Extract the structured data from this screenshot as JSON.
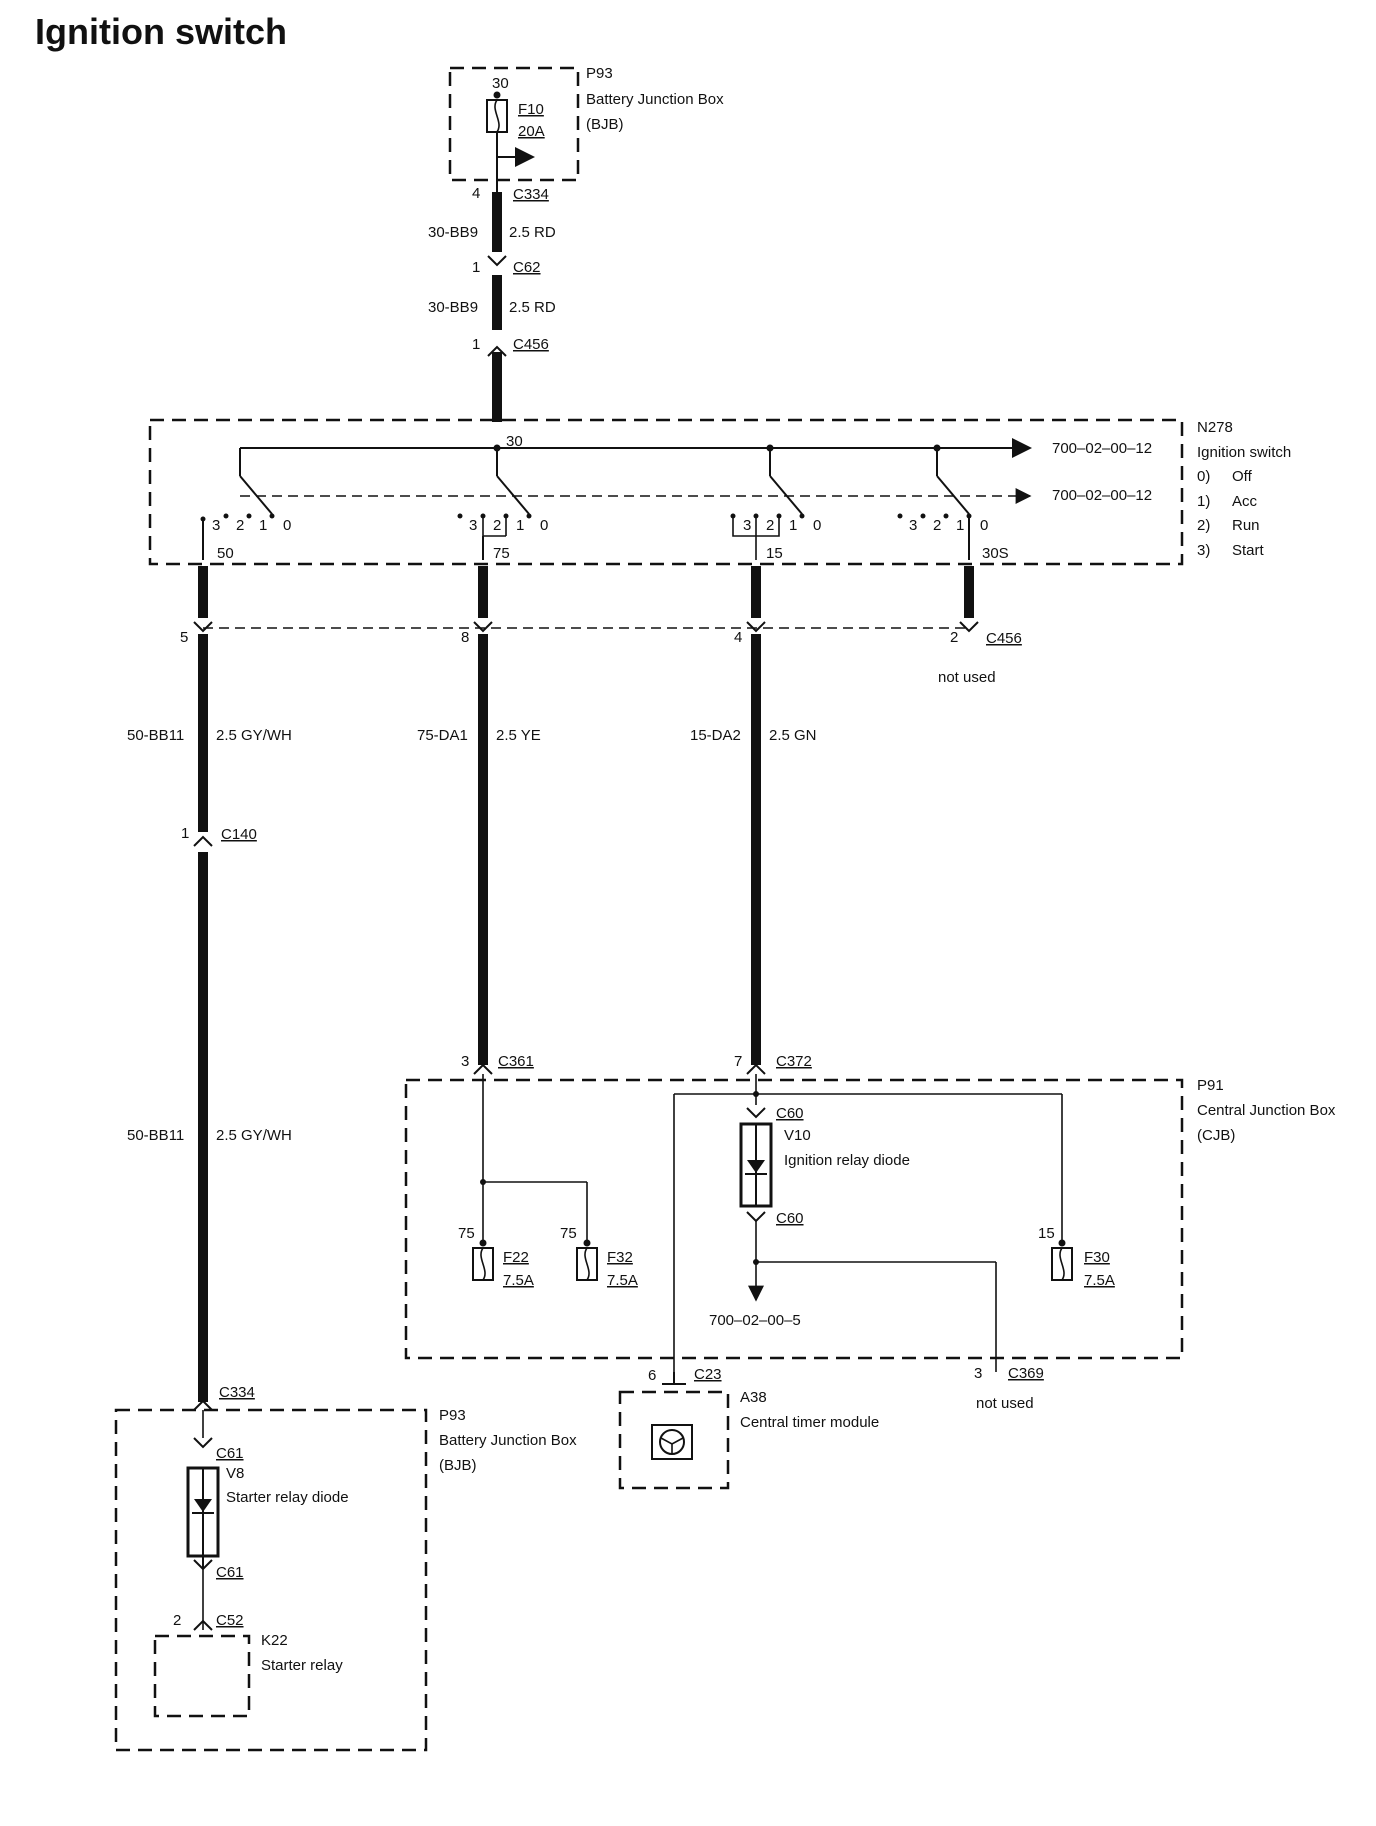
{
  "title": "Ignition switch",
  "colors": {
    "ink": "#111111",
    "background": "#ffffff"
  },
  "components": {
    "bjb_top": {
      "id": "P93",
      "name": "Battery Junction Box",
      "abbr": "(BJB)",
      "pin": "30",
      "fuse": "F10",
      "rating": "20A"
    },
    "ignition_switch": {
      "id": "N278",
      "name": "Ignition switch",
      "pin_in": "30",
      "positions": [
        "0)",
        "1)",
        "2)",
        "3)"
      ],
      "position_names": [
        "Off",
        "Acc",
        "Run",
        "Start"
      ],
      "ref1": "700–02–00–12",
      "ref2": "700–02–00–12",
      "outputs": [
        "50",
        "75",
        "15",
        "30S"
      ],
      "contact_digits": [
        "3",
        "2",
        "1",
        "0"
      ]
    },
    "cjb": {
      "id": "P91",
      "name": "Central Junction Box",
      "abbr": "(CJB)",
      "fuse_a": {
        "name": "F22",
        "rating": "7.5A",
        "pin": "75"
      },
      "fuse_b": {
        "name": "F32",
        "rating": "7.5A",
        "pin": "75"
      },
      "fuse_c": {
        "name": "F30",
        "rating": "7.5A",
        "pin": "15"
      },
      "diode": {
        "id": "V10",
        "name": "Ignition relay diode",
        "conn_top": "C60",
        "conn_bottom": "C60"
      },
      "ref": "700–02–00–5"
    },
    "timer": {
      "id": "A38",
      "name": "Central timer module",
      "pin": "6",
      "conn": "C23"
    },
    "c369": {
      "pin": "3",
      "conn": "C369",
      "note": "not used"
    },
    "bjb_bottom": {
      "id": "P93",
      "name": "Battery Junction Box",
      "abbr": "(BJB)",
      "conn": "C334",
      "diode": {
        "id": "V8",
        "name": "Starter relay diode",
        "conn_top": "C61",
        "conn_bottom": "C61"
      },
      "relay": {
        "id": "K22",
        "name": "Starter relay",
        "pin": "2",
        "conn": "C52"
      }
    }
  },
  "wires": {
    "feed": {
      "c334_pin": "4",
      "c334": "C334",
      "seg1_code": "30-BB9",
      "seg1_spec": "2.5 RD",
      "c62_pin": "1",
      "c62": "C62",
      "seg2_code": "30-BB9",
      "seg2_spec": "2.5 RD",
      "c456_pin": "1",
      "c456": "C456"
    },
    "c456_bottom": {
      "pins": [
        "5",
        "8",
        "4",
        "2"
      ],
      "conn": "C456",
      "note": "not used"
    },
    "w50": {
      "code": "50-BB11",
      "spec": "2.5 GY/WH",
      "c140_pin": "1",
      "c140": "C140",
      "code2": "50-BB11",
      "spec2": "2.5 GY/WH"
    },
    "w75": {
      "code": "75-DA1",
      "spec": "2.5 YE",
      "c361_pin": "3",
      "c361": "C361"
    },
    "w15": {
      "code": "15-DA2",
      "spec": "2.5 GN",
      "c372_pin": "7",
      "c372": "C372"
    }
  }
}
